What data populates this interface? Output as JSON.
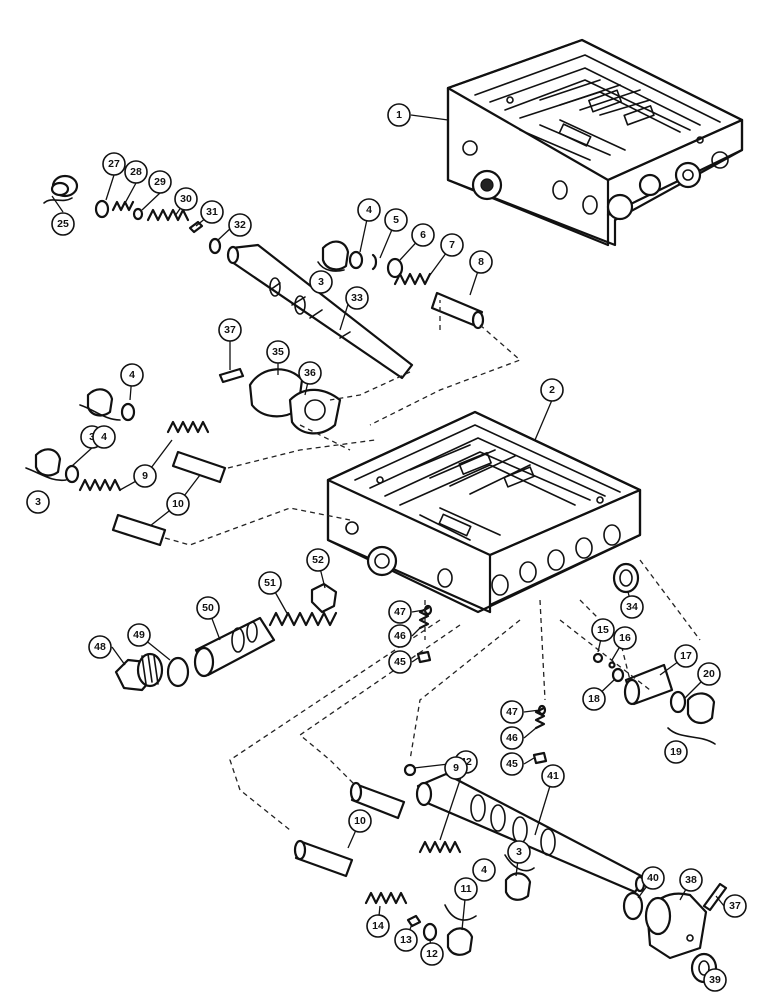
{
  "callouts": [
    {
      "n": "1"
    },
    {
      "n": "2"
    },
    {
      "n": "25"
    },
    {
      "n": "27"
    },
    {
      "n": "28"
    },
    {
      "n": "29"
    },
    {
      "n": "30"
    },
    {
      "n": "31"
    },
    {
      "n": "32"
    },
    {
      "n": "4"
    },
    {
      "n": "5"
    },
    {
      "n": "6"
    },
    {
      "n": "7"
    },
    {
      "n": "8"
    },
    {
      "n": "3"
    },
    {
      "n": "33"
    },
    {
      "n": "37"
    },
    {
      "n": "35"
    },
    {
      "n": "36"
    },
    {
      "n": "4"
    },
    {
      "n": "3"
    },
    {
      "n": "4"
    },
    {
      "n": "9"
    },
    {
      "n": "3"
    },
    {
      "n": "10"
    },
    {
      "n": "52"
    },
    {
      "n": "51"
    },
    {
      "n": "50"
    },
    {
      "n": "49"
    },
    {
      "n": "48"
    },
    {
      "n": "47"
    },
    {
      "n": "46"
    },
    {
      "n": "45"
    },
    {
      "n": "34"
    },
    {
      "n": "15"
    },
    {
      "n": "16"
    },
    {
      "n": "17"
    },
    {
      "n": "20"
    },
    {
      "n": "18"
    },
    {
      "n": "19"
    },
    {
      "n": "47"
    },
    {
      "n": "46"
    },
    {
      "n": "45"
    },
    {
      "n": "42"
    },
    {
      "n": "41"
    },
    {
      "n": "9"
    },
    {
      "n": "10"
    },
    {
      "n": "3"
    },
    {
      "n": "4"
    },
    {
      "n": "11"
    },
    {
      "n": "40"
    },
    {
      "n": "38"
    },
    {
      "n": "37"
    },
    {
      "n": "14"
    },
    {
      "n": "13"
    },
    {
      "n": "12"
    },
    {
      "n": "39"
    }
  ]
}
